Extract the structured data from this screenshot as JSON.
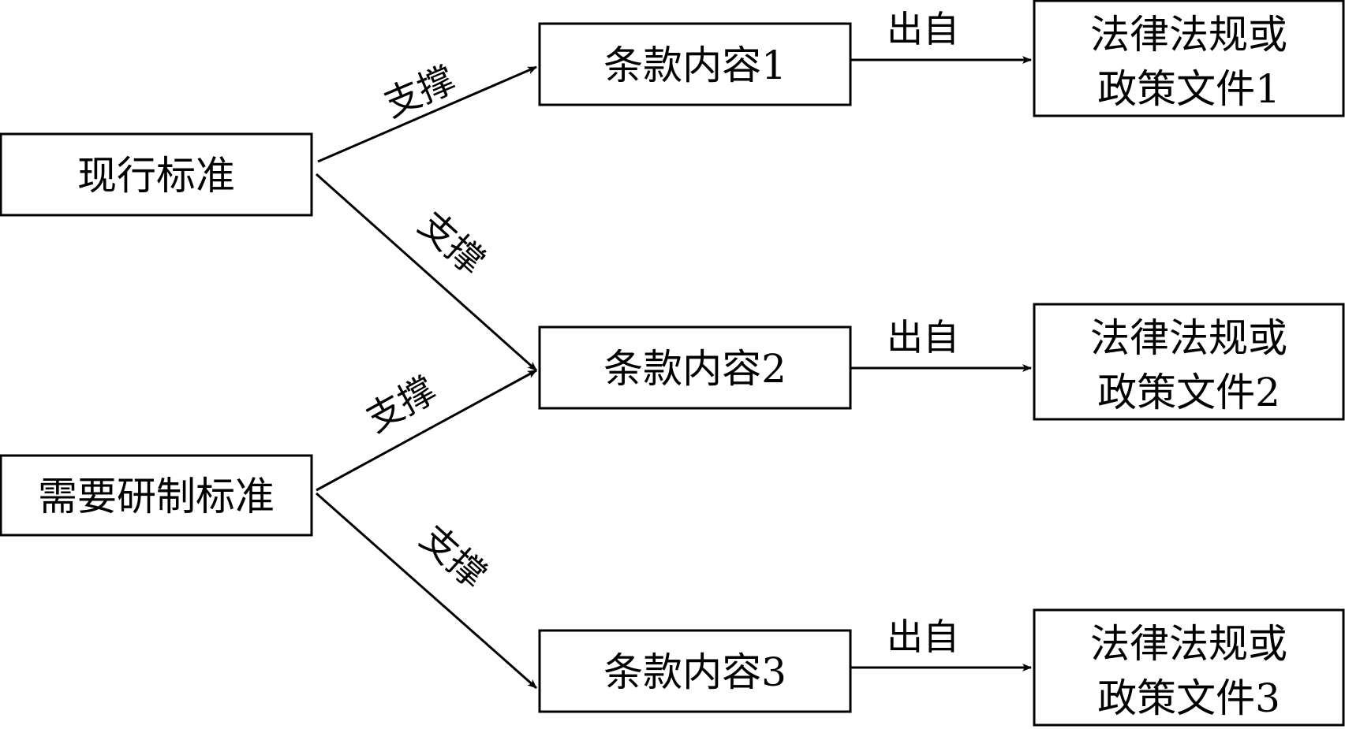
{
  "diagram": {
    "sources": [
      {
        "id": "s1",
        "label": "现行标准"
      },
      {
        "id": "s2",
        "label": "需要研制标准"
      }
    ],
    "clauses": [
      {
        "id": "c1",
        "label": "条款内容1"
      },
      {
        "id": "c2",
        "label": "条款内容2"
      },
      {
        "id": "c3",
        "label": "条款内容3"
      }
    ],
    "documents": [
      {
        "id": "d1",
        "line1": "法律法规或",
        "line2": "政策文件1"
      },
      {
        "id": "d2",
        "line1": "法律法规或",
        "line2": "政策文件2"
      },
      {
        "id": "d3",
        "line1": "法律法规或",
        "line2": "政策文件3"
      }
    ],
    "edges": [
      {
        "from": "s1",
        "to": "c1",
        "label": "支撑"
      },
      {
        "from": "s1",
        "to": "c2",
        "label": "支撑"
      },
      {
        "from": "s2",
        "to": "c2",
        "label": "支撑"
      },
      {
        "from": "s2",
        "to": "c3",
        "label": "支撑"
      },
      {
        "from": "c1",
        "to": "d1",
        "label": "出自"
      },
      {
        "from": "c2",
        "to": "d2",
        "label": "出自"
      },
      {
        "from": "c3",
        "to": "d3",
        "label": "出自"
      }
    ]
  }
}
